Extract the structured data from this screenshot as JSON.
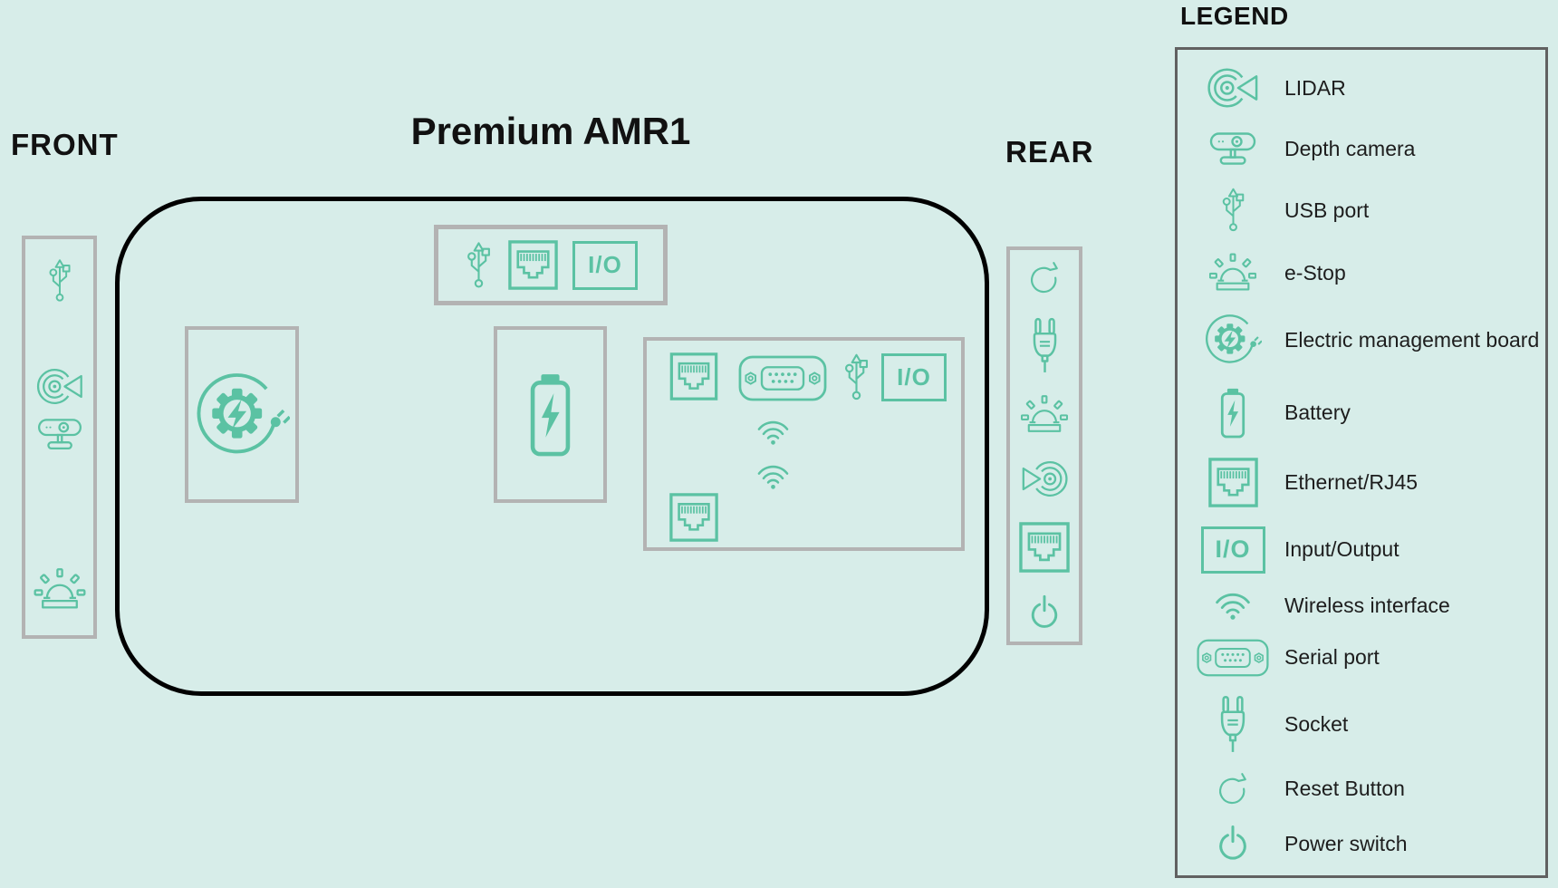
{
  "title": "Premium AMR1",
  "labels": {
    "front": "FRONT",
    "rear": "REAR"
  },
  "colors": {
    "background": "#D7EDE9",
    "accent": "#5BC2A3",
    "panel_border": "#B3B3B3",
    "body_border": "#000000",
    "legend_border": "#616161",
    "text": "#111111"
  },
  "io_label": "I/O",
  "front_panel": {
    "items": [
      {
        "icon": "usb-port"
      },
      {
        "icon": "lidar"
      },
      {
        "icon": "depth-camera"
      },
      {
        "icon": "e-stop"
      }
    ]
  },
  "body": {
    "top_box": {
      "items": [
        {
          "icon": "usb-port"
        },
        {
          "icon": "ethernet-rj45"
        },
        {
          "icon": "input-output"
        }
      ]
    },
    "emb_box": {
      "items": [
        {
          "icon": "electric-management-board"
        }
      ]
    },
    "battery_box": {
      "items": [
        {
          "icon": "battery"
        }
      ]
    },
    "io_cluster": {
      "items": [
        {
          "icon": "ethernet-rj45"
        },
        {
          "icon": "serial-port"
        },
        {
          "icon": "usb-port"
        },
        {
          "icon": "input-output"
        },
        {
          "icon": "wireless-interface"
        },
        {
          "icon": "wireless-interface"
        },
        {
          "icon": "ethernet-rj45"
        }
      ]
    }
  },
  "rear_panel": {
    "items": [
      {
        "icon": "reset-button"
      },
      {
        "icon": "socket"
      },
      {
        "icon": "e-stop"
      },
      {
        "icon": "lidar",
        "mirrored": true
      },
      {
        "icon": "ethernet-rj45"
      },
      {
        "icon": "power-switch"
      }
    ]
  },
  "legend": {
    "title": "LEGEND",
    "items": [
      {
        "icon": "lidar",
        "label": "LIDAR"
      },
      {
        "icon": "depth-camera",
        "label": "Depth camera"
      },
      {
        "icon": "usb-port",
        "label": "USB port"
      },
      {
        "icon": "e-stop",
        "label": "e-Stop"
      },
      {
        "icon": "electric-management-board",
        "label": "Electric management board"
      },
      {
        "icon": "battery",
        "label": "Battery"
      },
      {
        "icon": "ethernet-rj45",
        "label": "Ethernet/RJ45"
      },
      {
        "icon": "input-output",
        "label": "Input/Output"
      },
      {
        "icon": "wireless-interface",
        "label": "Wireless interface"
      },
      {
        "icon": "serial-port",
        "label": "Serial port"
      },
      {
        "icon": "socket",
        "label": "Socket"
      },
      {
        "icon": "reset-button",
        "label": "Reset Button"
      },
      {
        "icon": "power-switch",
        "label": "Power switch"
      }
    ]
  }
}
